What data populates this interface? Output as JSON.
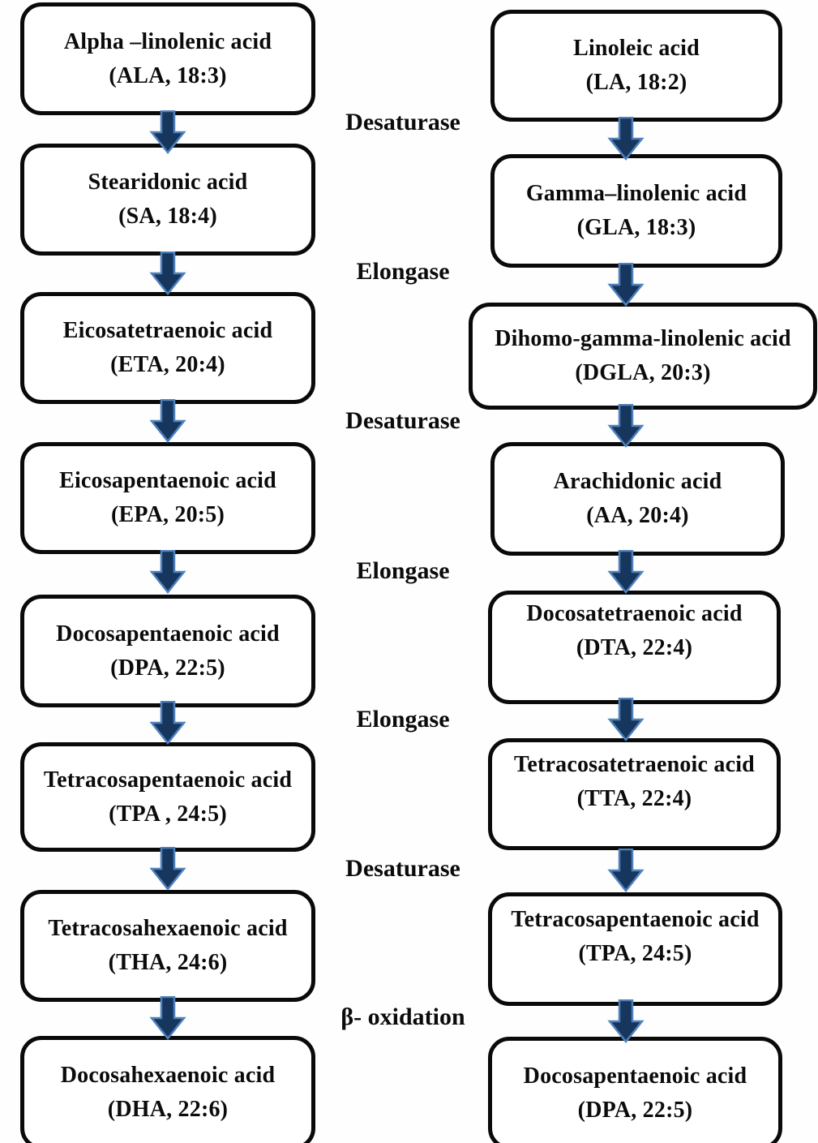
{
  "diagram": {
    "description": "Omega-3 and omega-6 fatty acid biosynthesis pathway flowchart",
    "left_pathway": {
      "boxes": [
        {
          "name": "Alpha –linolenic acid",
          "abbr": "(ALA, 18:3)"
        },
        {
          "name": "Stearidonic acid",
          "abbr": "(SA, 18:4)"
        },
        {
          "name": "Eicosatetraenoic acid",
          "abbr": "(ETA, 20:4)"
        },
        {
          "name": "Eicosapentaenoic acid",
          "abbr": "(EPA, 20:5)"
        },
        {
          "name": "Docosapentaenoic acid",
          "abbr": "(DPA, 22:5)"
        },
        {
          "name": "Tetracosapentaenoic acid",
          "abbr": "(TPA , 24:5)"
        },
        {
          "name": "Tetracosahexaenoic acid",
          "abbr": "(THA, 24:6)"
        },
        {
          "name": "Docosahexaenoic acid",
          "abbr": "(DHA, 22:6)"
        }
      ]
    },
    "right_pathway": {
      "boxes": [
        {
          "name": "Linoleic acid",
          "abbr": "(LA, 18:2)"
        },
        {
          "name": "Gamma–linolenic acid",
          "abbr": "(GLA, 18:3)"
        },
        {
          "name": "Dihomo-gamma-linolenic acid",
          "abbr": "(DGLA, 20:3)"
        },
        {
          "name": "Arachidonic acid",
          "abbr": "(AA, 20:4)"
        },
        {
          "name": "Docosatetraenoic acid",
          "abbr": "(DTA, 22:4)"
        },
        {
          "name": "Tetracosatetraenoic acid",
          "abbr": "(TTA, 22:4)"
        },
        {
          "name": "Tetracosapentaenoic acid",
          "abbr": "(TPA, 24:5)"
        },
        {
          "name": "Docosapentaenoic acid",
          "abbr": "(DPA, 22:5)"
        }
      ]
    },
    "enzyme_labels": [
      {
        "label": "Desaturase"
      },
      {
        "label": "Elongase"
      },
      {
        "label": "Desaturase"
      },
      {
        "label": "Elongase"
      },
      {
        "label": "Elongase"
      },
      {
        "label": "Desaturase"
      },
      {
        "label": "β- oxidation"
      }
    ],
    "colors": {
      "arrow_fill": "#17365D",
      "arrow_border": "#4F81BD",
      "box_border": "#0A0A0A",
      "background": "#FEFEFE"
    }
  }
}
